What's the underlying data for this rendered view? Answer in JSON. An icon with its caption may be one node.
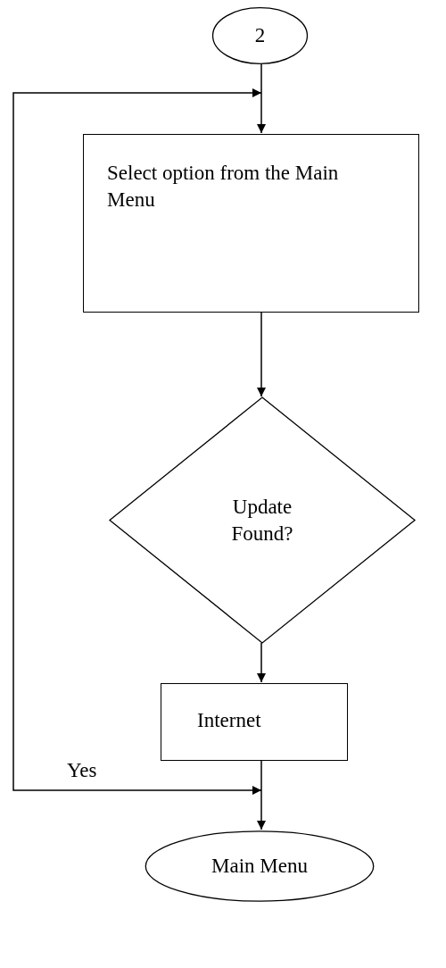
{
  "diagram": {
    "nodes": [
      {
        "text": [
          "2"
        ]
      },
      {
        "text": [
          "Select option from the Main Menu"
        ]
      },
      {
        "text": [
          "Update Found?"
        ]
      },
      {
        "text": [
          "Internet"
        ]
      },
      {
        "text": [
          "Main Menu"
        ]
      }
    ],
    "edges": [
      {
        "from": 0,
        "to": 1,
        "arrow": "to"
      },
      {
        "from": 1,
        "to": 2,
        "arrow": "to"
      },
      {
        "from": 2,
        "to": 3,
        "arrow": "to"
      },
      {
        "from": 3,
        "to": 4,
        "arrow": "to"
      },
      {
        "from": null,
        "to": 1,
        "arrow": "both",
        "label": "Yes"
      }
    ]
  }
}
